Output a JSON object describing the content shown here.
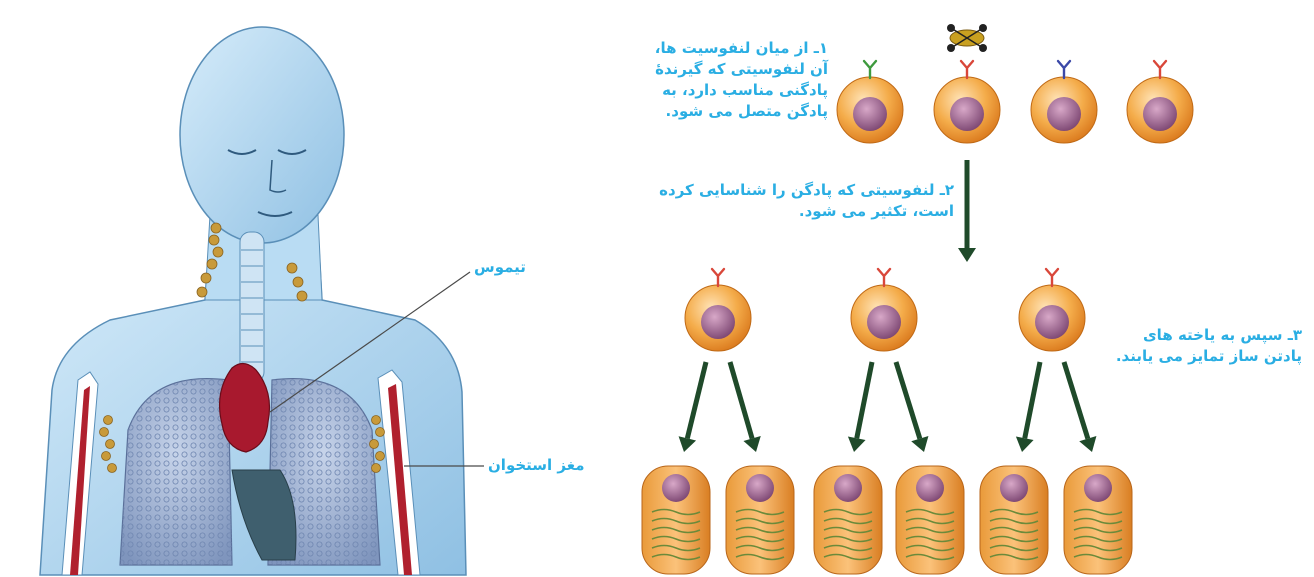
{
  "labels": {
    "thymus": "تیموس",
    "bone_marrow": "مغز استخوان"
  },
  "steps": {
    "step1": "۱ـ از میان لنفوسیت ها، آن لنفوسیتی که گیرندهٔ پادگنی مناسب دارد، به پادگن متصل می شود.",
    "step2": "۲ـ لنفوسیتی که پادگن را شناسایی کرده است، تکثیر می شود.",
    "step3": "۳ـ سپس به یاخته های پادتن ساز تمایز می یابند."
  },
  "colors": {
    "caption_text": "#2aaee3",
    "skin": "#a9d4ef",
    "lung": "#8fa6c8",
    "thymus": "#a8192e",
    "bone_marrow": "#b0202e",
    "lymph_node": "#c89a3a",
    "cell_body": "#f0a13a",
    "nucleus": "#9a5e86",
    "receptor_default": "#d9473a",
    "receptor_green": "#3e9a3e",
    "receptor_blue": "#3b49a8",
    "antigen": "#c9a020",
    "arrow": "#1f4a2a",
    "plasma_er": "#6b8a3a"
  }
}
